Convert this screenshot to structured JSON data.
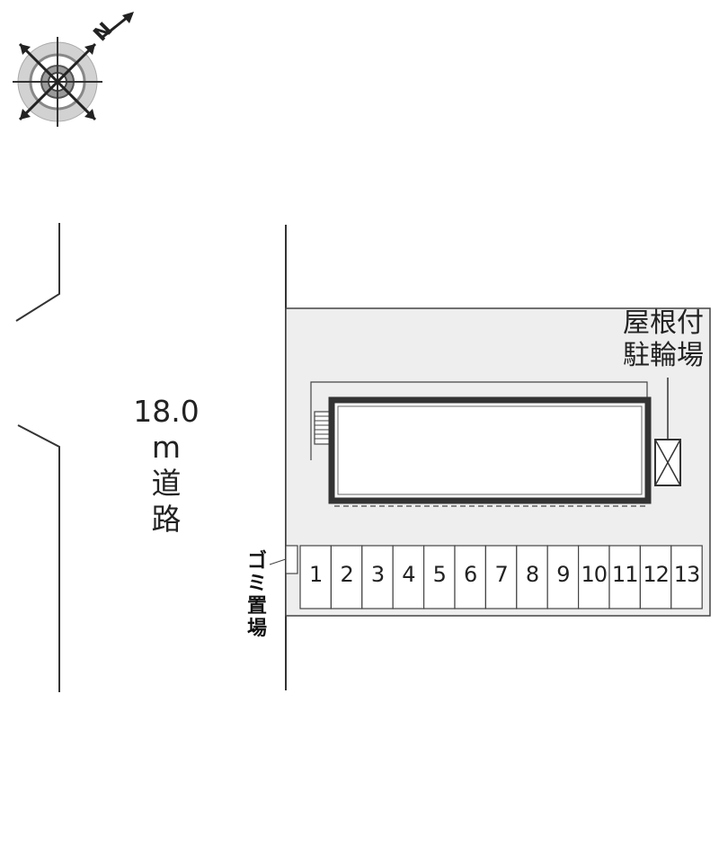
{
  "road": {
    "width_label": "18.0",
    "unit": "m",
    "name_1": "道",
    "name_2": "路"
  },
  "bicycle_parking": {
    "label_line1": "屋根付",
    "label_line2": "駐輪場"
  },
  "garbage": {
    "label": [
      "ゴ",
      "ミ",
      "置",
      "場"
    ]
  },
  "parking": {
    "slots": [
      "1",
      "2",
      "3",
      "4",
      "5",
      "6",
      "7",
      "8",
      "9",
      "10",
      "11",
      "12",
      "13"
    ]
  },
  "compass": {
    "north_letter": "N",
    "icon": "compass-icon"
  },
  "colors": {
    "lot_fill": "#eeeeee",
    "building_outline": "#333333",
    "line": "#333333"
  }
}
